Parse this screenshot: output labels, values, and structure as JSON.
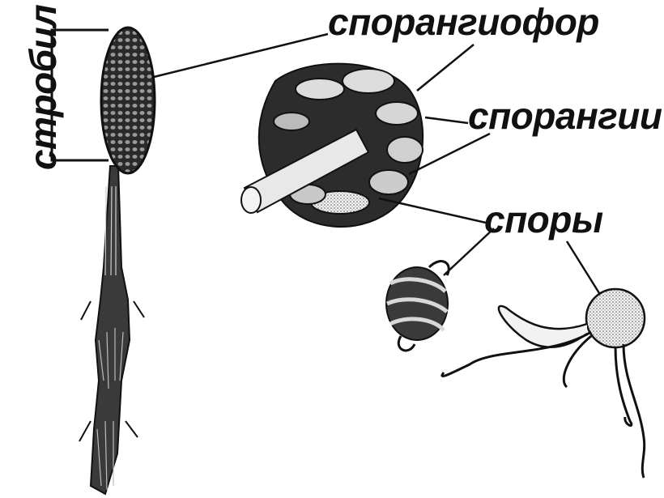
{
  "labels": {
    "strobil": "стробил",
    "sporangiofor": "спорангиофор",
    "sporangii": "спорангии",
    "spory": "споры"
  },
  "colors": {
    "ink": "#111111",
    "background": "#ffffff"
  }
}
